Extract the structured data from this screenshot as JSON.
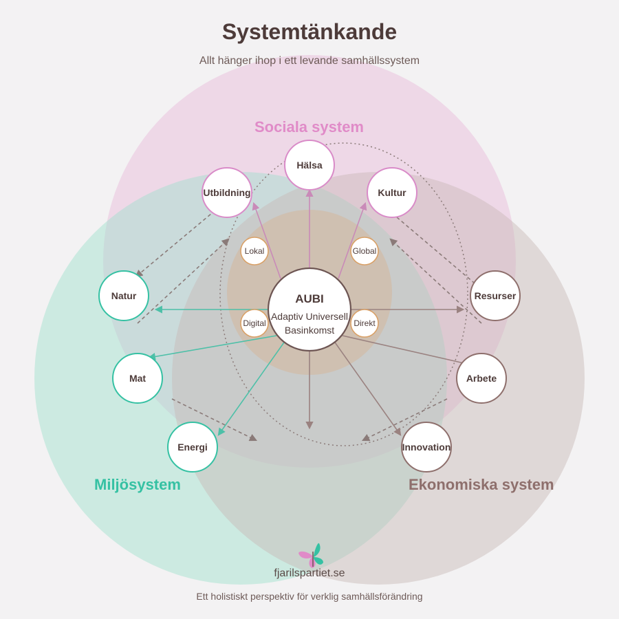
{
  "header": {
    "title": "Systemtänkande",
    "subtitle": "Allt hänger ihop i ett levande samhällssystem"
  },
  "systems": {
    "social": {
      "label": "Sociala system",
      "color": "#e08bc8",
      "fill": "#ecc3df"
    },
    "environment": {
      "label": "Miljösystem",
      "color": "#35c1a3",
      "fill": "#a9e2d3"
    },
    "economy": {
      "label": "Ekonomiska system",
      "color": "#8e6f6c",
      "fill": "#d9cccc"
    }
  },
  "center": {
    "title": "AUBI",
    "subtitle_line1": "Adaptiv Universell",
    "subtitle_line2": "Basinkomst"
  },
  "connectors": {
    "lokal": "Lokal",
    "global": "Global",
    "digital": "Digital",
    "direkt": "Direkt"
  },
  "nodes": {
    "halsa": "Hälsa",
    "utbildning": "Utbildning",
    "kultur": "Kultur",
    "natur": "Natur",
    "mat": "Mat",
    "energi": "Energi",
    "resurser": "Resurser",
    "arbete": "Arbete",
    "innovation": "Innovation"
  },
  "footer": {
    "brand": "fjarilspartiet.se",
    "tagline": "Ett holistiskt perspektiv för verklig samhällsförändring"
  },
  "icons": {
    "logo": "butterfly-icon"
  }
}
